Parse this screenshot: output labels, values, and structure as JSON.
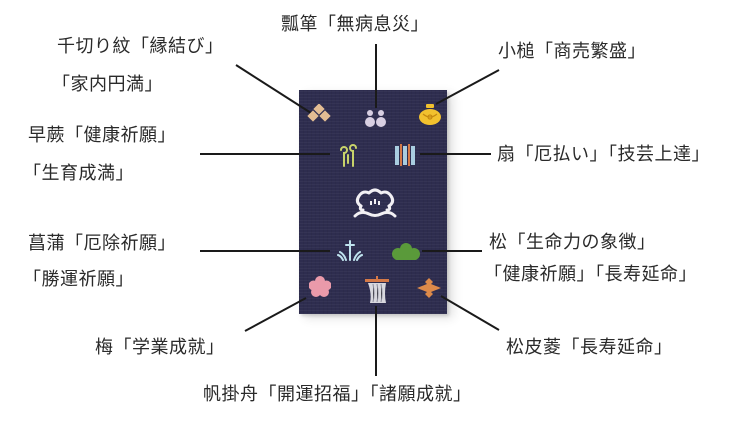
{
  "diagram": {
    "subject": "goshuin-book-cover",
    "cover_color": "#2e2d4f",
    "center_motif": "kumo-cloud-crest",
    "motifs": [
      {
        "id": "senkiri",
        "name": "千切り紋",
        "lines": [
          "千切り紋「縁結び」",
          "「家内円満」"
        ],
        "color": "#e3bd93"
      },
      {
        "id": "hyotan",
        "name": "瓢箪",
        "lines": [
          "瓢箪「無病息災」"
        ],
        "color": "#d8cfe2"
      },
      {
        "id": "kozuchi",
        "name": "小槌",
        "lines": [
          "小槌「商売繁盛」"
        ],
        "color": "#f2c12e"
      },
      {
        "id": "sawarabi",
        "name": "早蕨",
        "lines": [
          "早蕨「健康祈願」",
          "「生育成満」"
        ],
        "color": "#c8d36a"
      },
      {
        "id": "ogi",
        "name": "扇",
        "lines": [
          "扇「厄払い」「技芸上達」"
        ],
        "color": "#a9cde0"
      },
      {
        "id": "shobu",
        "name": "菖蒲",
        "lines": [
          "菖蒲「厄除祈願」",
          "「勝運祈願」"
        ],
        "color": "#bfe3ee"
      },
      {
        "id": "matsu",
        "name": "松",
        "lines": [
          "松「生命力の象徴」",
          "「健康祈願」「長寿延命」"
        ],
        "color": "#5a9a3a"
      },
      {
        "id": "ume",
        "name": "梅",
        "lines": [
          "梅「学業成就」"
        ],
        "color": "#ea9aaa"
      },
      {
        "id": "hokakebune",
        "name": "帆掛舟",
        "lines": [
          "帆掛舟「開運招福」「諸願成就」"
        ],
        "color": "#d8d8de"
      },
      {
        "id": "matsukawabishi",
        "name": "松皮菱",
        "lines": [
          "松皮菱「長寿延命」"
        ],
        "color": "#dd8a4a"
      }
    ]
  }
}
